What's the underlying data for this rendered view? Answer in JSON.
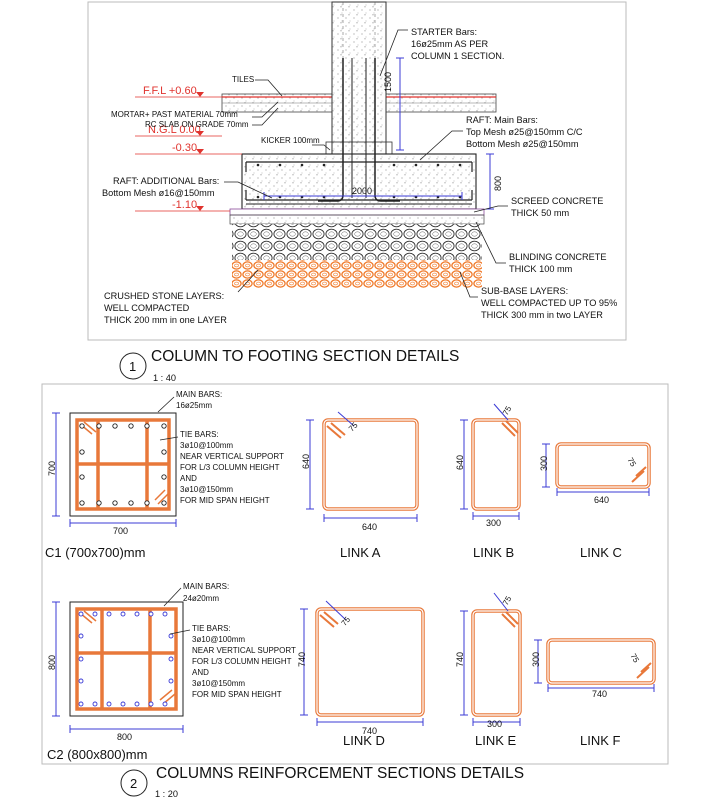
{
  "section1": {
    "title": "COLUMN TO FOOTING SECTION DETAILS",
    "number": "1",
    "scale": "1 : 40",
    "levels": {
      "ffl": "F.F.L +0.60",
      "ngl": "N.G.L 0.00",
      "l030": "-0.30",
      "l110": "-1.10"
    },
    "labels": {
      "starter1": "STARTER Bars:",
      "starter2": "16ø25mm AS PER",
      "starter3": "COLUMN 1 SECTION.",
      "tiles": "TILES",
      "mortar": "MORTAR+ PAST MATERIAL 70mm",
      "rcslab": "RC SLAB ON GRADE 70mm",
      "kicker": "KICKER 100mm",
      "raft1": "RAFT: Main Bars:",
      "raft2": "Top Mesh ø25@150mm C/C",
      "raft3": "Bottom Mesh ø25@150mm",
      "add1": "RAFT: ADDITIONAL Bars:",
      "add2": "Bottom Mesh ø16@150mm",
      "screed1": "SCREED CONCRETE",
      "screed2": "THICK 50 mm",
      "blind1": "BLINDING CONCRETE",
      "blind2": "THICK 100 mm",
      "sub1": "SUB-BASE LAYERS:",
      "sub2": "WELL COMPACTED UP TO 95%",
      "sub3": "THICK 300 mm in two LAYER",
      "crush1": "CRUSHED STONE LAYERS:",
      "crush2": "WELL COMPACTED",
      "crush3": "THICK 200 mm in one LAYER",
      "d1500": "1500",
      "d800": "800",
      "d2000": "2000"
    }
  },
  "section2": {
    "title": "COLUMNS REINFORCEMENT SECTIONS DETAILS",
    "number": "2",
    "scale": "1 : 20",
    "c1": {
      "caption": "C1 (700x700)mm",
      "dimH": "700",
      "dimW": "700",
      "main1": "MAIN BARS:",
      "main2": "16ø25mm",
      "tie1": "TIE BARS:",
      "tie2": "3ø10@100mm",
      "tie3": "NEAR VERTICAL SUPPORT",
      "tie4": "FOR L/3 COLUMN HEIGHT",
      "tie5": "AND",
      "tie6": "3ø10@150mm",
      "tie7": "FOR MID SPAN HEIGHT"
    },
    "c2": {
      "caption": "C2 (800x800)mm",
      "dimH": "800",
      "dimW": "800",
      "main1": "MAIN BARS:",
      "main2": "24ø20mm",
      "tie1": "TIE BARS:",
      "tie2": "3ø10@100mm",
      "tie3": "NEAR VERTICAL SUPPORT",
      "tie4": "FOR L/3 COLUMN HEIGHT",
      "tie5": "AND",
      "tie6": "3ø10@150mm",
      "tie7": "FOR MID SPAN HEIGHT"
    },
    "links": [
      {
        "name": "LINK A",
        "w": "640",
        "h": "640",
        "hook": "75"
      },
      {
        "name": "LINK B",
        "w": "300",
        "h": "640",
        "hook": "75"
      },
      {
        "name": "LINK C",
        "w": "640",
        "h": "300",
        "hook": "75"
      },
      {
        "name": "LINK D",
        "w": "740",
        "h": "740",
        "hook": "75"
      },
      {
        "name": "LINK E",
        "w": "300",
        "h": "740",
        "hook": "75"
      },
      {
        "name": "LINK F",
        "w": "740",
        "h": "300",
        "hook": "75"
      }
    ]
  },
  "colors": {
    "level": "#e0332e",
    "rebar": "#e8783a",
    "dimension": "#3b3bd6",
    "subbase": "#f07a2a"
  }
}
